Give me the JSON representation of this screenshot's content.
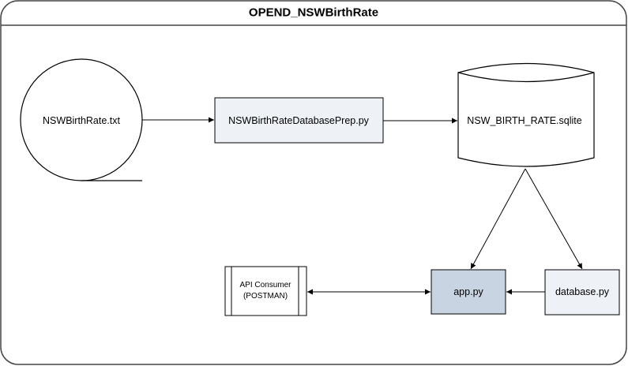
{
  "diagram": {
    "title": "OPEND_NSWBirthRate",
    "nodes": {
      "input_file": {
        "label": "NSWBirthRate.txt",
        "shape": "circle"
      },
      "prep_script": {
        "label": "NSWBirthRateDatabasePrep.py",
        "shape": "rectangle"
      },
      "database_file": {
        "label": "NSW_BIRTH_RATE.sqlite",
        "shape": "cylinder"
      },
      "app": {
        "label": "app.py",
        "shape": "rectangle"
      },
      "database_module": {
        "label": "database.py",
        "shape": "rectangle"
      },
      "api_consumer": {
        "label_line1": "API Consumer",
        "label_line2": "(POSTMAN)",
        "shape": "rectangle"
      }
    },
    "edges": [
      {
        "from": "input_file",
        "to": "prep_script"
      },
      {
        "from": "prep_script",
        "to": "database_file"
      },
      {
        "from": "database_file",
        "to": "app"
      },
      {
        "from": "database_file",
        "to": "database_module"
      },
      {
        "from": "database_module",
        "to": "app"
      },
      {
        "from": "app",
        "to": "api_consumer",
        "bidirectional": true
      }
    ],
    "colors": {
      "box_light": "#eef1f6",
      "box_highlight": "#c9d4e2",
      "border": "#000000"
    }
  }
}
